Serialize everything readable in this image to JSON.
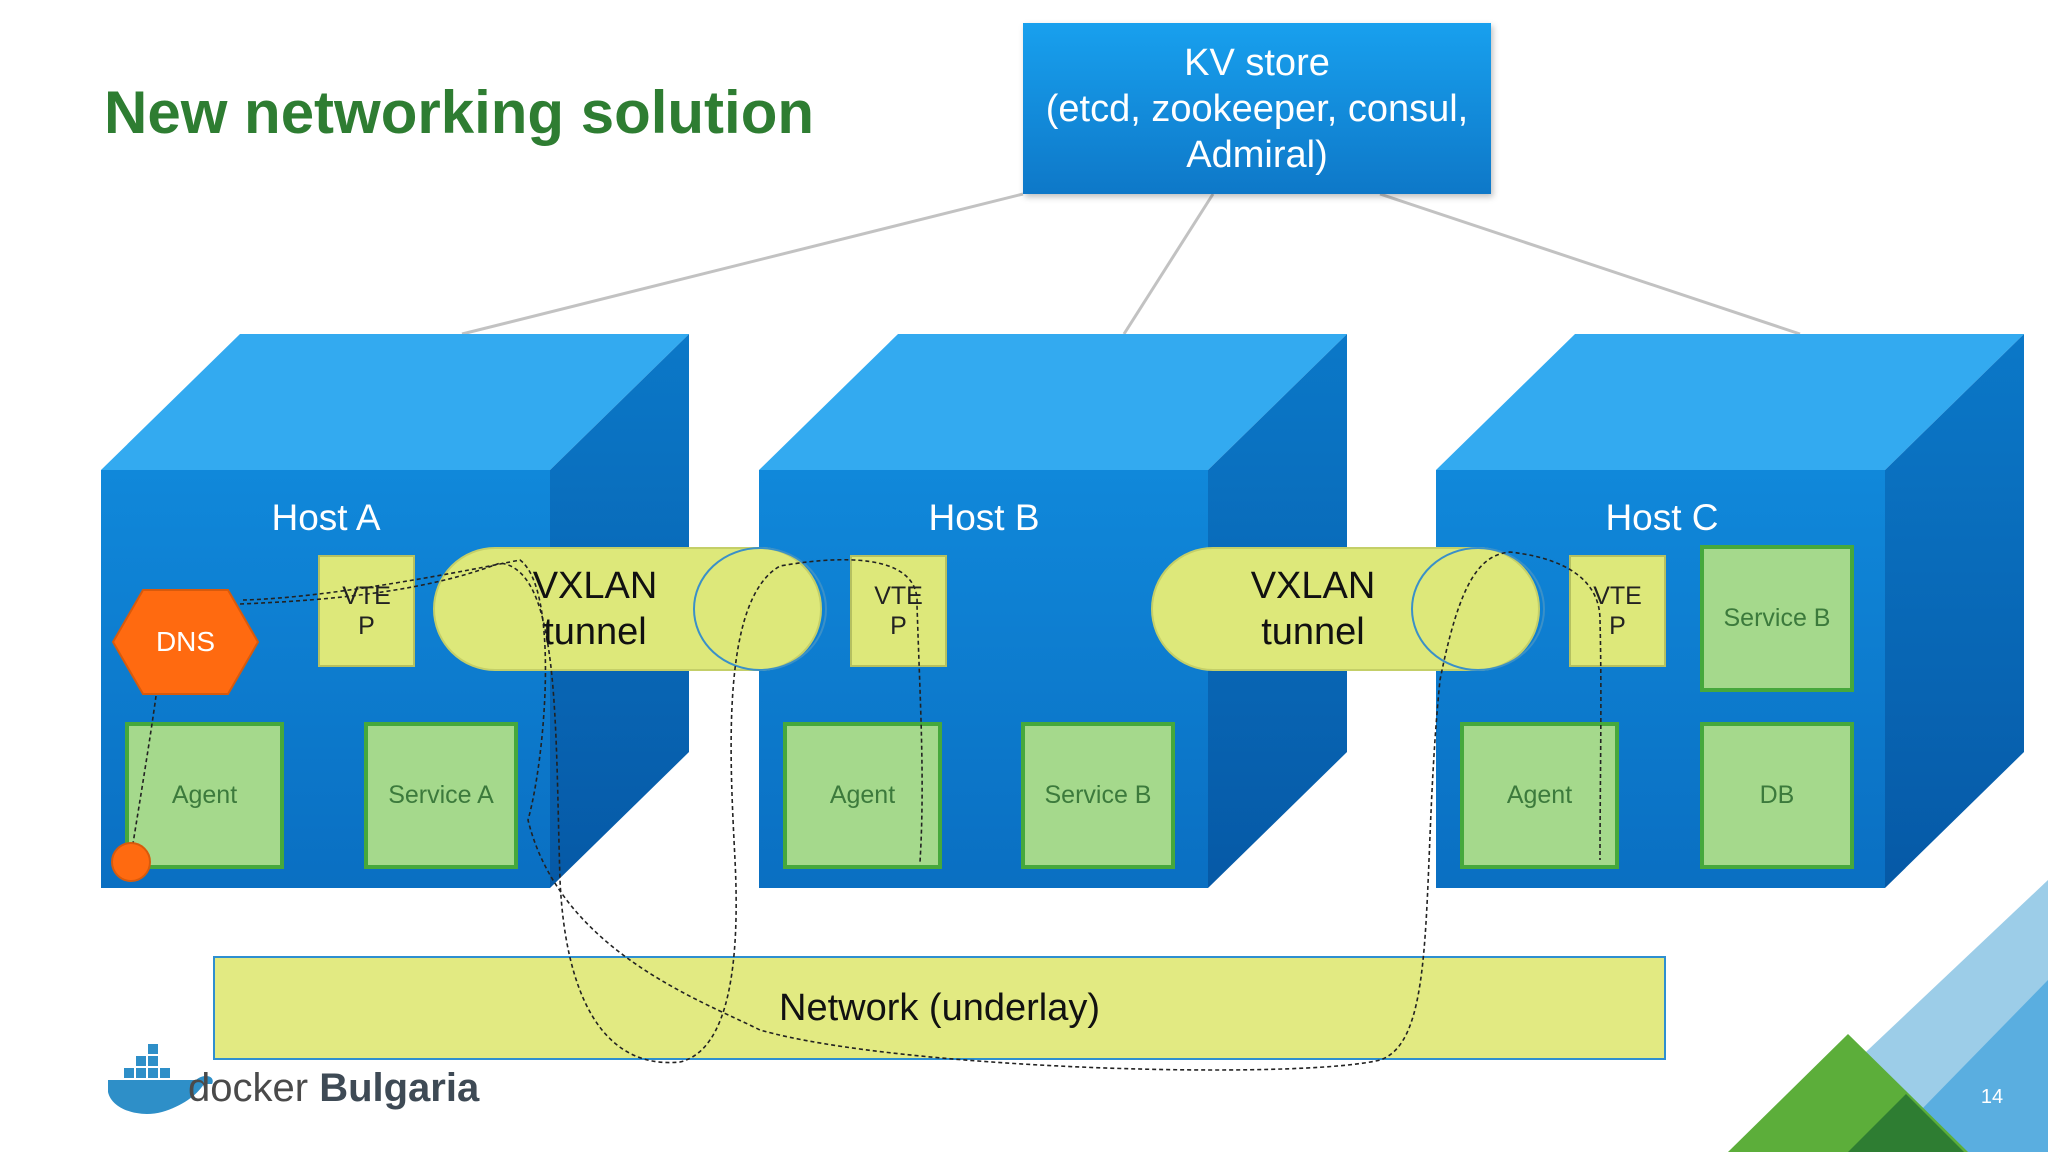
{
  "slide": {
    "title": "New networking solution",
    "page_number": "14"
  },
  "kv_store": {
    "line1": "KV store",
    "line2": "(etcd, zookeeper, consul,",
    "line3": "Admiral)"
  },
  "hosts": [
    {
      "name": "Host A",
      "vtep_line1": "VTE",
      "vtep_line2": "P",
      "dns": "DNS",
      "boxes": [
        "Agent",
        "Service A"
      ]
    },
    {
      "name": "Host B",
      "vtep_line1": "VTE",
      "vtep_line2": "P",
      "boxes": [
        "Agent",
        "Service B"
      ]
    },
    {
      "name": "Host C",
      "vtep_line1": "VTE",
      "vtep_line2": "P",
      "boxes": [
        "Service B",
        "Agent",
        "DB"
      ]
    }
  ],
  "tunnels": [
    {
      "line1": "VXLAN",
      "line2": "tunnel"
    },
    {
      "line1": "VXLAN",
      "line2": "tunnel"
    }
  ],
  "network": {
    "label": "Network (underlay)"
  },
  "logo": {
    "word1": "docker",
    "word2": "Bulgaria"
  },
  "colors": {
    "title": "#2e7d32",
    "host_front": "#0e7fd2",
    "host_top": "#33aaf0",
    "host_side": "#0866b4",
    "service_box": "#a5d98c",
    "service_border": "#46a83c",
    "tunnel": "#dde87a",
    "dns": "#ff6a10",
    "network": "#e2ea82"
  }
}
